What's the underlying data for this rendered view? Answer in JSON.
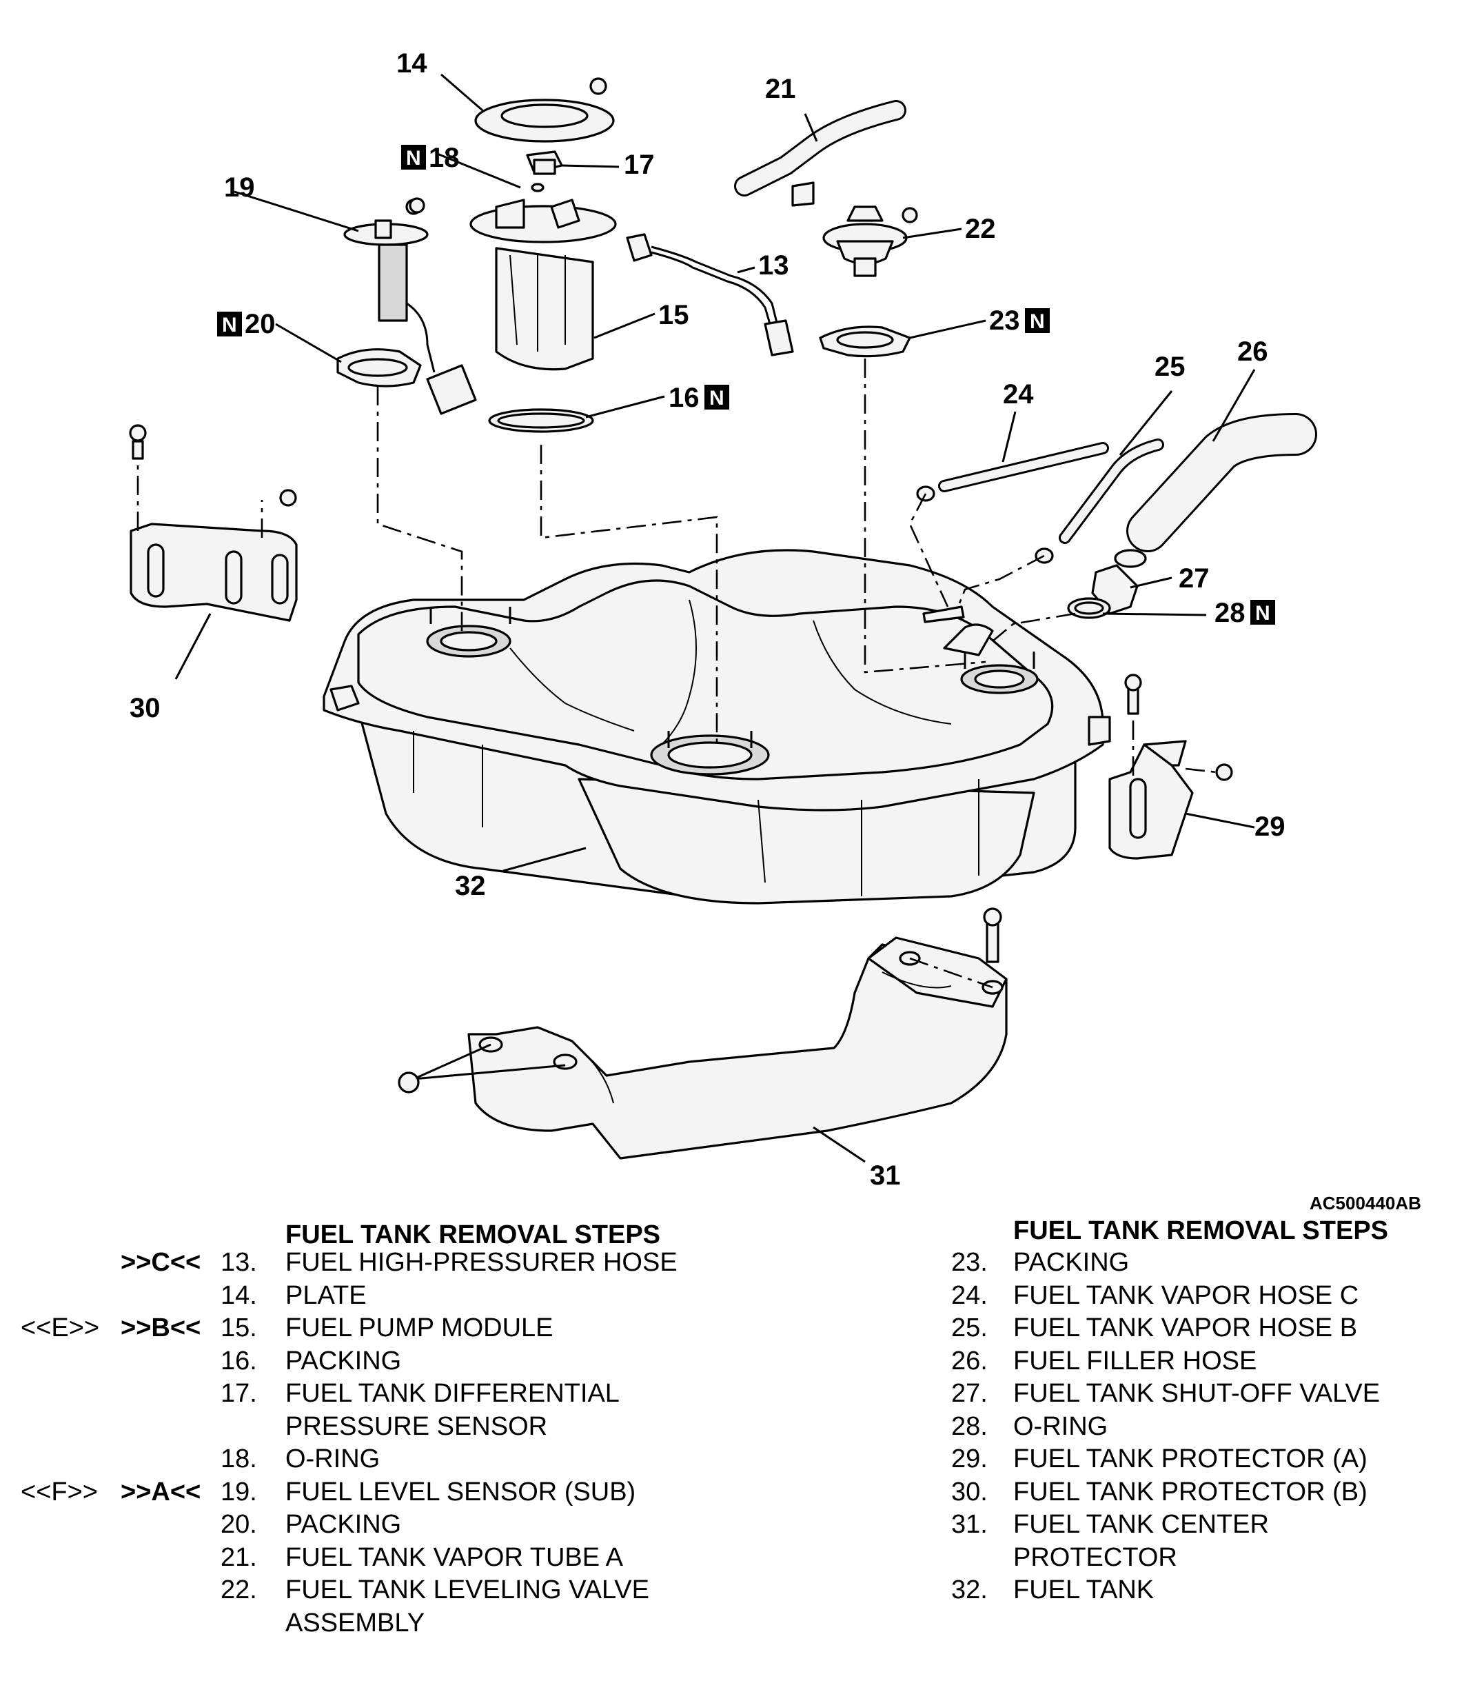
{
  "figure_code": "AC500440AB",
  "callouts": {
    "c13": "13",
    "c14": "14",
    "c15": "15",
    "c16": "16",
    "c17": "17",
    "c18": "18",
    "c19": "19",
    "c20": "20",
    "c21": "21",
    "c22": "22",
    "c23": "23",
    "c24": "24",
    "c25": "25",
    "c26": "26",
    "c27": "27",
    "c28": "28",
    "c29": "29",
    "c30": "30",
    "c31": "31",
    "c32": "32",
    "new_part_mark": "N"
  },
  "left_steps": {
    "heading": "FUEL TANK REMOVAL STEPS",
    "items": [
      {
        "tag1": "",
        "tag2": ">>C<<",
        "num": "13.",
        "label": "FUEL HIGH-PRESSURER HOSE"
      },
      {
        "tag1": "",
        "tag2": "",
        "num": "14.",
        "label": "PLATE"
      },
      {
        "tag1": "<<E>>",
        "tag2": ">>B<<",
        "num": "15.",
        "label": "FUEL PUMP MODULE"
      },
      {
        "tag1": "",
        "tag2": "",
        "num": "16.",
        "label": "PACKING"
      },
      {
        "tag1": "",
        "tag2": "",
        "num": "17.",
        "label": "FUEL TANK DIFFERENTIAL"
      },
      {
        "tag1": "",
        "tag2": "",
        "num": "",
        "label": "PRESSURE SENSOR"
      },
      {
        "tag1": "",
        "tag2": "",
        "num": "18.",
        "label": "O-RING"
      },
      {
        "tag1": "<<F>>",
        "tag2": ">>A<<",
        "num": "19.",
        "label": "FUEL LEVEL SENSOR (SUB)"
      },
      {
        "tag1": "",
        "tag2": "",
        "num": "20.",
        "label": "PACKING"
      },
      {
        "tag1": "",
        "tag2": "",
        "num": "21.",
        "label": "FUEL TANK VAPOR TUBE A"
      },
      {
        "tag1": "",
        "tag2": "",
        "num": "22.",
        "label": "FUEL TANK LEVELING VALVE"
      },
      {
        "tag1": "",
        "tag2": "",
        "num": "",
        "label": "ASSEMBLY"
      }
    ]
  },
  "right_steps": {
    "heading": "FUEL TANK REMOVAL STEPS",
    "items": [
      {
        "num": "23.",
        "label": "PACKING"
      },
      {
        "num": "24.",
        "label": "FUEL TANK VAPOR HOSE C"
      },
      {
        "num": "25.",
        "label": "FUEL TANK VAPOR HOSE B"
      },
      {
        "num": "26.",
        "label": "FUEL FILLER HOSE"
      },
      {
        "num": "27.",
        "label": "FUEL TANK SHUT-OFF VALVE"
      },
      {
        "num": "28.",
        "label": "O-RING"
      },
      {
        "num": "29.",
        "label": "FUEL TANK PROTECTOR (A)"
      },
      {
        "num": "30.",
        "label": "FUEL TANK PROTECTOR (B)"
      },
      {
        "num": "31.",
        "label": "FUEL TANK CENTER"
      },
      {
        "num": "",
        "label": "PROTECTOR"
      },
      {
        "num": "32.",
        "label": "FUEL TANK"
      }
    ]
  }
}
